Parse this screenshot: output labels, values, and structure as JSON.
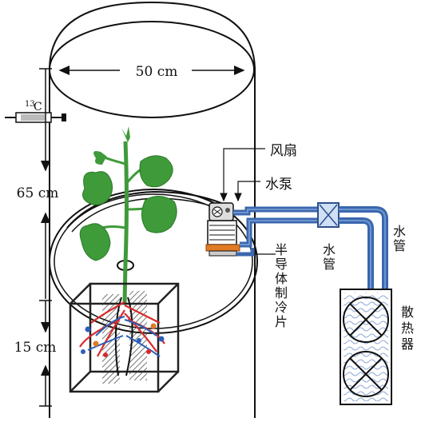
{
  "labels": {
    "diameter": "50 cm",
    "isotope_sup": "13",
    "isotope_elem": "C",
    "height_upper": "65 cm",
    "height_lower": "15 cm",
    "fan": "风扇",
    "pump": "水泵",
    "thermoelectric_chars": [
      "半",
      "导",
      "体",
      "制",
      "冷",
      "片"
    ],
    "water_pipe_a_chars": [
      "水",
      "管"
    ],
    "water_pipe_b_chars": [
      "水",
      "管"
    ],
    "radiator_chars": [
      "散",
      "热",
      "器"
    ]
  },
  "colors": {
    "pipe": "#3a67ae",
    "pipe_light": "#6f95cf",
    "leaf": "#3f9a3a",
    "leaf_dark": "#2b7a28",
    "peltier": "#e07b24",
    "roots_red": "#d92a2a",
    "roots_blue": "#2b5fb8",
    "grid_dark": "#222222"
  }
}
